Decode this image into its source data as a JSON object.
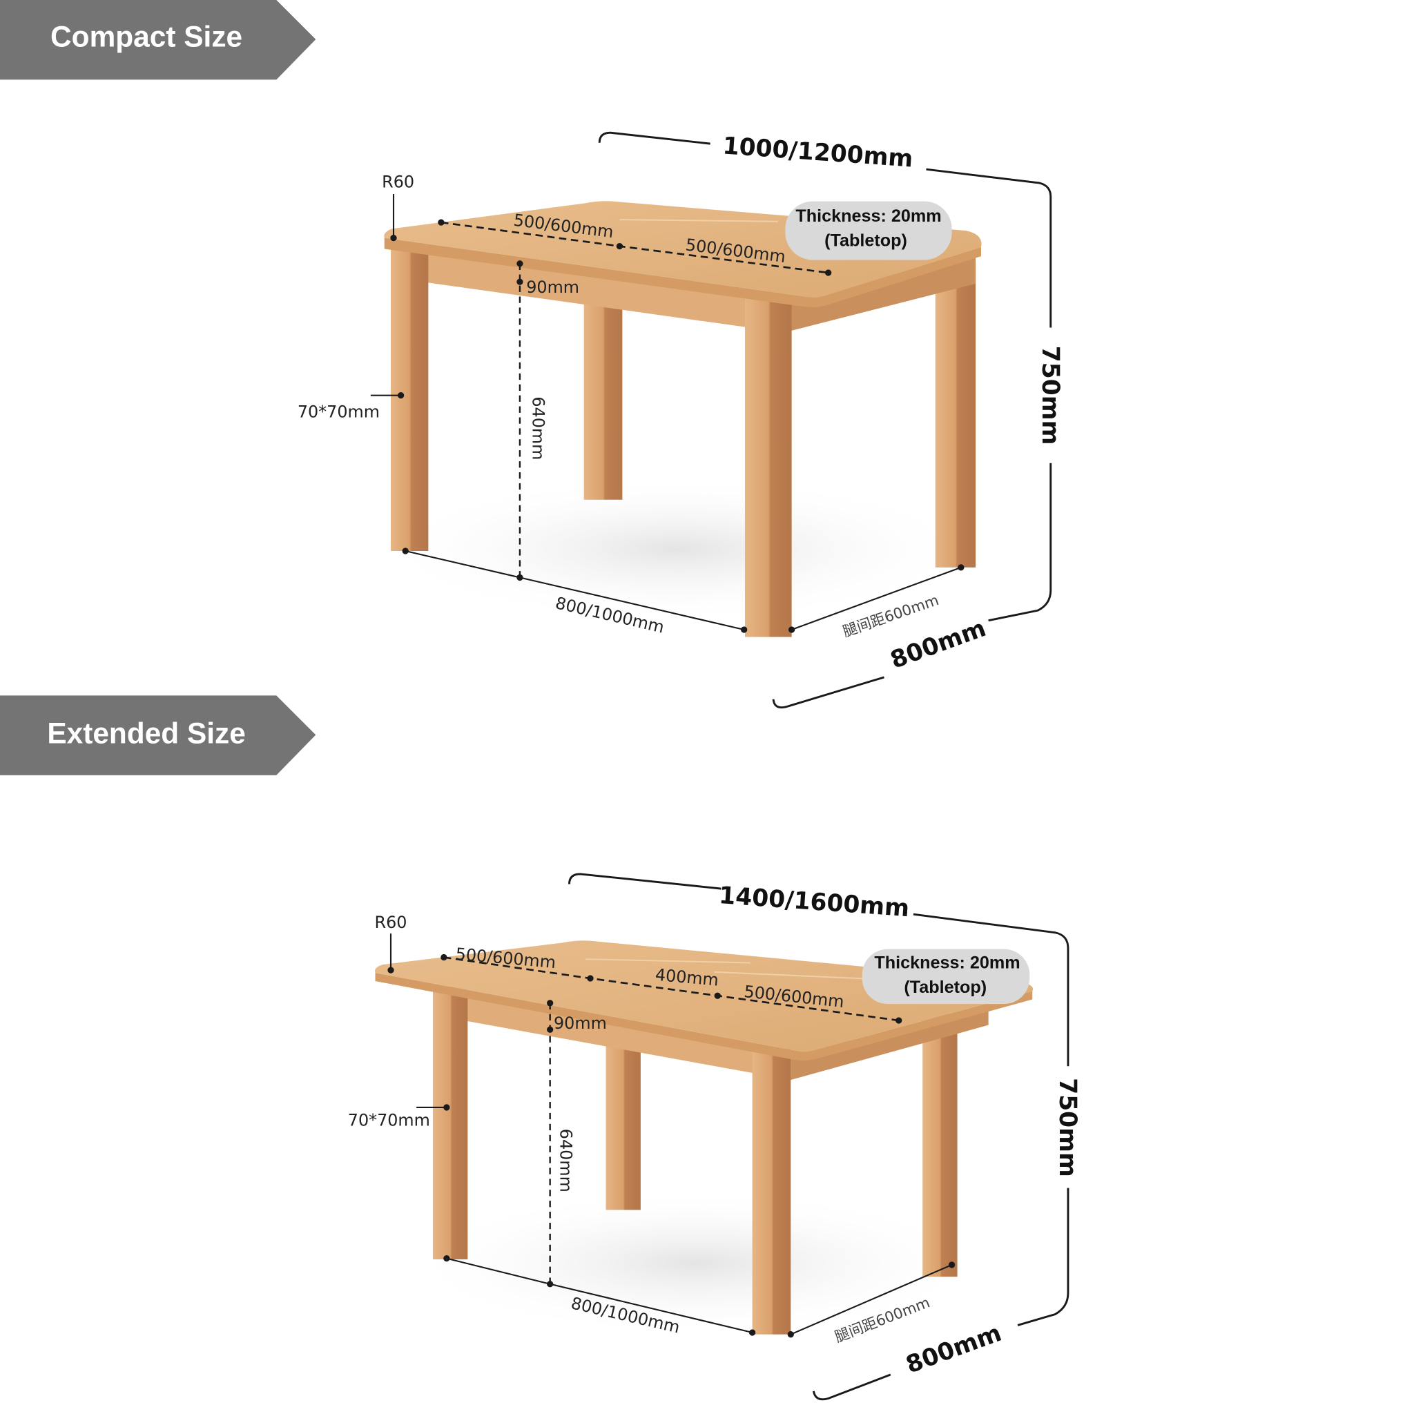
{
  "colors": {
    "banner_fill": "#747474",
    "banner_text": "#ffffff",
    "wood_top": "#e2b27e",
    "wood_edge": "#d19a63",
    "wood_leg_light": "#e0aa74",
    "wood_leg_dark": "#b97a4e",
    "pill_fill": "#d9d9d9",
    "line": "#1a1a1a",
    "shadow": "#ececec"
  },
  "compact": {
    "banner": "Compact Size",
    "overall_length": "1000/1200mm",
    "height": "750mm",
    "depth": "800mm",
    "corner_radius": "R60",
    "section_left": "500/600mm",
    "section_right": "500/600mm",
    "apron_height": "90mm",
    "leg_clearance": "640mm",
    "leg_size": "70*70mm",
    "leg_span_length": "800/1000mm",
    "leg_span_depth": "腿间距600mm",
    "thickness_line1": "Thickness: 20mm",
    "thickness_line2": "(Tabletop)"
  },
  "extended": {
    "banner": "Extended Size",
    "overall_length": "1400/1600mm",
    "height": "750mm",
    "depth": "800mm",
    "corner_radius": "R60",
    "section_left": "500/600mm",
    "section_middle": "400mm",
    "section_right": "500/600mm",
    "apron_height": "90mm",
    "leg_clearance": "640mm",
    "leg_size": "70*70mm",
    "leg_span_length": "800/1000mm",
    "leg_span_depth": "腿间距600mm",
    "thickness_line1": "Thickness: 20mm",
    "thickness_line2": "(Tabletop)"
  }
}
